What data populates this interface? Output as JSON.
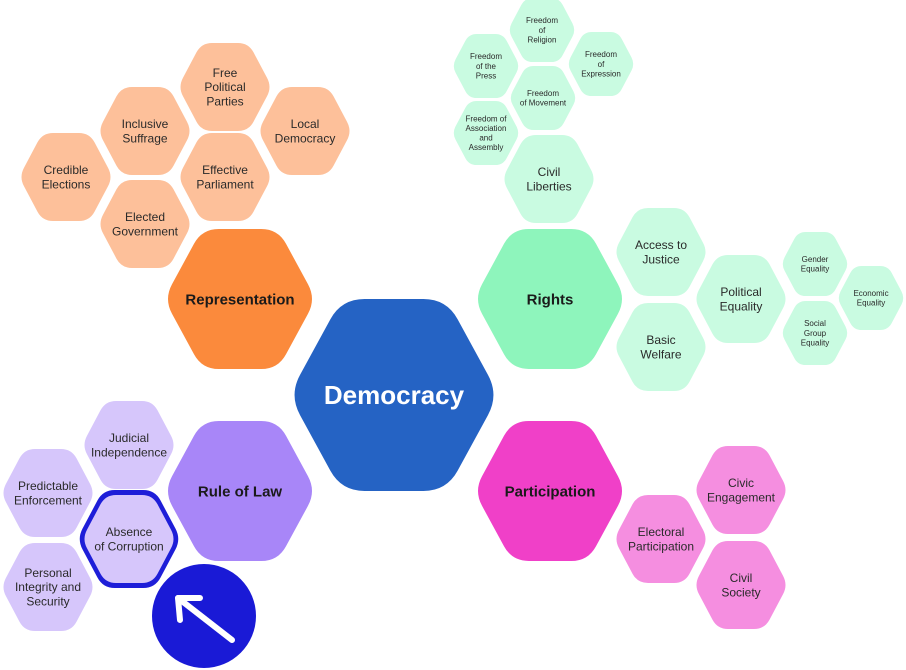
{
  "colors": {
    "democracy": "#2563c4",
    "representation": "#fb8a3c",
    "representation_light": "#fdc09a",
    "rights": "#8ef5bc",
    "rights_light": "#c9fbe1",
    "participation": "#f040c8",
    "participation_light": "#f58ee0",
    "rule": "#a886f8",
    "rule_light": "#d6c6fb",
    "highlight_border": "#1e1ed8",
    "arrow_circle": "#1a1ad6"
  },
  "nodes": {
    "democracy": {
      "label": "Democracy"
    },
    "representation": {
      "label": "Representation"
    },
    "rights": {
      "label": "Rights"
    },
    "participation": {
      "label": "Participation"
    },
    "rule_of_law": {
      "label": "Rule of Law"
    },
    "free_political_parties": {
      "label": "Free\nPolitical\nParties"
    },
    "inclusive_suffrage": {
      "label": "Inclusive\nSuffrage"
    },
    "local_democracy": {
      "label": "Local\nDemocracy"
    },
    "credible_elections": {
      "label": "Credible\nElections"
    },
    "effective_parliament": {
      "label": "Effective\nParliament"
    },
    "elected_government": {
      "label": "Elected\nGovernment"
    },
    "freedom_of_religion": {
      "label": "Freedom\nof\nReligion"
    },
    "freedom_of_the_press": {
      "label": "Freedom\nof the\nPress"
    },
    "freedom_of_expression": {
      "label": "Freedom\nof\nExpression"
    },
    "freedom_of_movement": {
      "label": "Freedom\nof Movement"
    },
    "freedom_of_association": {
      "label": "Freedom of\nAssociation\nand\nAssembly"
    },
    "civil_liberties": {
      "label": "Civil\nLiberties"
    },
    "access_to_justice": {
      "label": "Access to\nJustice"
    },
    "political_equality": {
      "label": "Political\nEquality"
    },
    "basic_welfare": {
      "label": "Basic\nWelfare"
    },
    "gender_equality": {
      "label": "Gender\nEquality"
    },
    "economic_equality": {
      "label": "Economic\nEquality"
    },
    "social_group_equality": {
      "label": "Social\nGroup\nEquality"
    },
    "civic_engagement": {
      "label": "Civic\nEngagement"
    },
    "electoral_participation": {
      "label": "Electoral\nParticipation"
    },
    "civil_society": {
      "label": "Civil\nSociety"
    },
    "judicial_independence": {
      "label": "Judicial\nIndependence"
    },
    "predictable_enforcement": {
      "label": "Predictable\nEnforcement"
    },
    "absence_of_corruption": {
      "label": "Absence\nof Corruption"
    },
    "personal_integrity": {
      "label": "Personal\nIntegrity and\nSecurity"
    }
  },
  "cursor": {
    "icon": "arrow-up-left-icon"
  }
}
